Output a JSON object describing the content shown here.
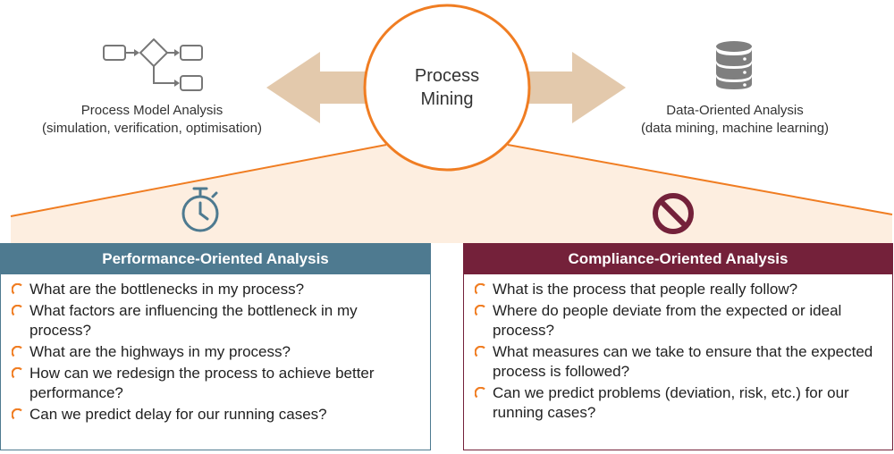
{
  "center": {
    "title_line1": "Process",
    "title_line2": "Mining"
  },
  "left_analysis": {
    "line1": "Process Model Analysis",
    "line2": "(simulation, verification, optimisation)"
  },
  "right_analysis": {
    "line1": "Data-Oriented Analysis",
    "line2": "(data mining, machine learning)"
  },
  "icons": {
    "process_model": "flowchart-icon",
    "data": "database-icon",
    "performance": "stopwatch-icon",
    "compliance": "no-entry-icon"
  },
  "colors": {
    "accent_orange": "#f07d22",
    "arrow_tan": "#e3c9ac",
    "fan_fill": "#fdeee0",
    "performance_header": "#4e7a90",
    "compliance_header": "#74213a"
  },
  "performance": {
    "title": "Performance-Oriented Analysis",
    "items": [
      "What are the bottlenecks in my process?",
      "What factors are influencing the bottleneck in my process?",
      "What are the highways in my process?",
      "How can we redesign the process to achieve better performance?",
      "Can we predict delay for our running cases?"
    ]
  },
  "compliance": {
    "title": "Compliance-Oriented Analysis",
    "items": [
      "What is the process that people really follow?",
      "Where do people deviate from the expected or ideal process?",
      "What measures can we take to ensure that the expected process is followed?",
      "Can we predict problems (deviation, risk, etc.) for our running cases?"
    ]
  }
}
